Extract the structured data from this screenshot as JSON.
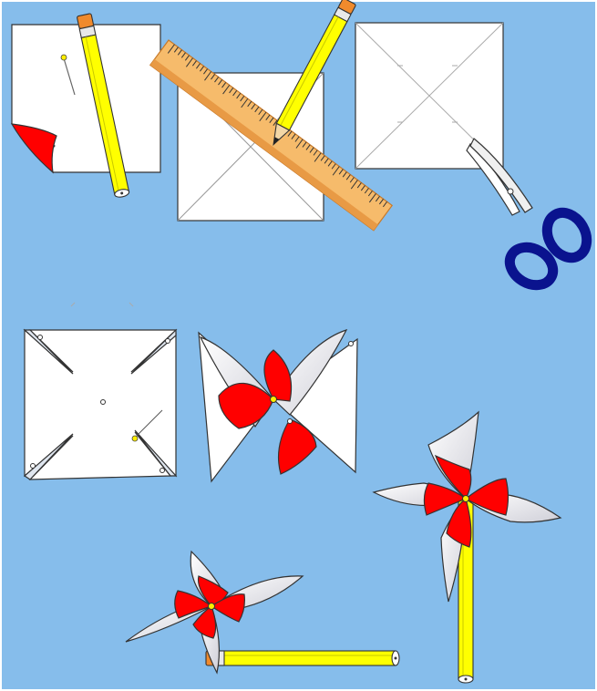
{
  "colors": {
    "background": "#86BDEB",
    "paper": "#FFFFFF",
    "paper_back": "#E2E2EA",
    "red": "#FF0000",
    "pencil_body": "#FFFF00",
    "pencil_eraser": "#F08A2C",
    "ruler": "#F6BB6B",
    "ruler_edge": "#C87A2A",
    "scissors_handle": "#0A138E",
    "outline": "#222222",
    "pin_head": "#FFEE00"
  },
  "steps": [
    {
      "id": "step-1",
      "shows": [
        "paper-square",
        "red-folded-corner",
        "pin",
        "pencil"
      ]
    },
    {
      "id": "step-2",
      "shows": [
        "paper-square",
        "ruler",
        "pencil",
        "diagonal-lines"
      ]
    },
    {
      "id": "step-3",
      "shows": [
        "paper-square",
        "diagonal-lines",
        "scissors"
      ]
    },
    {
      "id": "step-4",
      "shows": [
        "cut-square",
        "pin"
      ]
    },
    {
      "id": "step-5",
      "shows": [
        "folding-pinwheel"
      ]
    },
    {
      "id": "step-6",
      "shows": [
        "finished-pinwheel-vertical"
      ]
    },
    {
      "id": "step-7",
      "shows": [
        "finished-pinwheel-horizontal"
      ]
    }
  ]
}
